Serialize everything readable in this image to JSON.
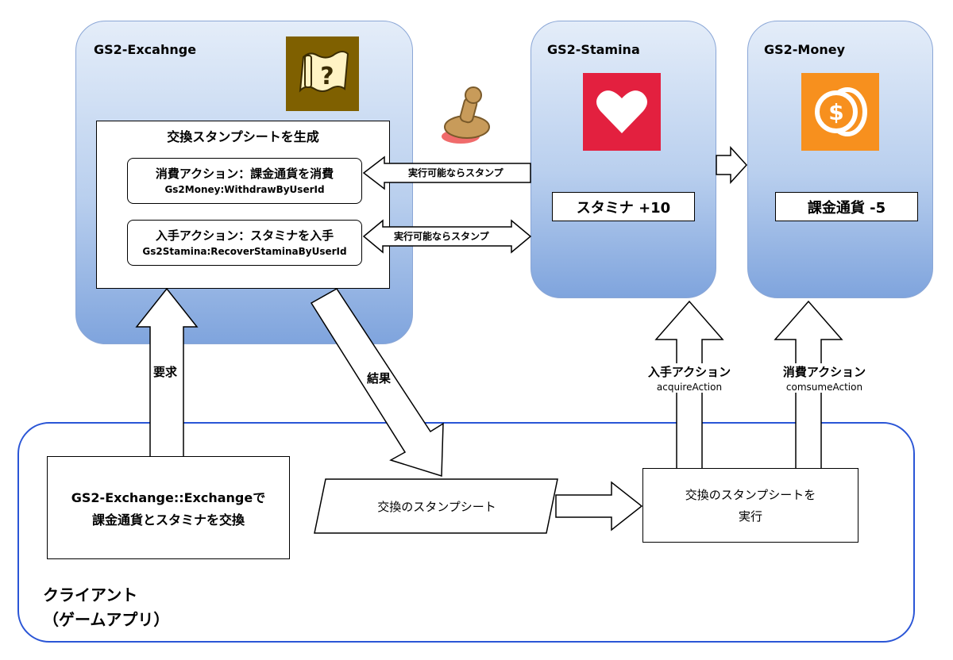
{
  "exchange_service": {
    "title": "GS2-Excahnge",
    "icon": "map-question-icon",
    "panel_title": "交換スタンプシートを生成",
    "consume_action": {
      "title": "消費アクション：課金通貨を消費",
      "api": "Gs2Money:WithdrawByUserId"
    },
    "acquire_action": {
      "title": "入手アクション：スタミナを入手",
      "api": "Gs2Stamina:RecoverStaminaByUserId"
    }
  },
  "stamina_service": {
    "title": "GS2-Stamina",
    "icon": "heart-icon",
    "value": "スタミナ +10",
    "accent": "#e3203f"
  },
  "money_service": {
    "title": "GS2-Money",
    "icon": "coin-icon",
    "value": "課金通貨 -5",
    "accent": "#f7901e"
  },
  "arrows": {
    "stamp_top": "実行可能ならスタンプ",
    "stamp_bottom": "実行可能ならスタンプ",
    "request": "要求",
    "result": "結果",
    "acquire": {
      "label": "入手アクション",
      "sub": "acquireAction"
    },
    "consume": {
      "label": "消費アクション",
      "sub": "comsumeAction"
    }
  },
  "client": {
    "label_line1": "クライアント",
    "label_line2": "（ゲームアプリ）",
    "exchange_box_line1": "GS2-Exchange::Exchangeで",
    "exchange_box_line2": "課金通貨とスタミナを交換",
    "stamp_sheet": "交換のスタンプシート",
    "execute_line1": "交換のスタンプシートを",
    "execute_line2": "実行"
  }
}
